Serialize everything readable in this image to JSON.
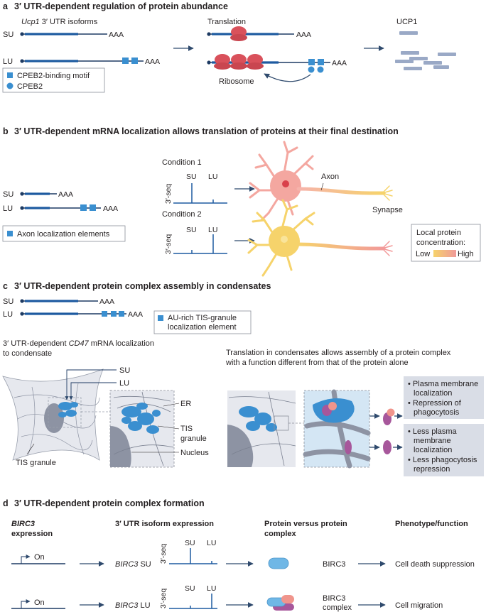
{
  "panel_a": {
    "letter": "a",
    "title": "3′ UTR-dependent regulation of protein abundance",
    "isoforms_label_gene": "Ucp1",
    "isoforms_label_rest": " 3′ UTR isoforms",
    "su": "SU",
    "lu": "LU",
    "aaa": "AAA",
    "translation": "Translation",
    "ribosome": "Ribosome",
    "ucp1": "UCP1",
    "legend_motif": "CPEB2-binding motif",
    "legend_protein": "CPEB2"
  },
  "panel_b": {
    "letter": "b",
    "title": "3′ UTR-dependent mRNA localization allows translation of proteins at their final destination",
    "su": "SU",
    "lu": "LU",
    "aaa": "AAA",
    "legend": "Axon localization elements",
    "condition1": "Condition 1",
    "condition2": "Condition 2",
    "seq": "3′-seq",
    "axon": "Axon",
    "synapse": "Synapse",
    "conc_title_1": "Local protein",
    "conc_title_2": "concentration:",
    "low": "Low",
    "high": "High"
  },
  "panel_c": {
    "letter": "c",
    "title": "3′ UTR-dependent protein complex assembly in condensates",
    "su": "SU",
    "lu": "LU",
    "aaa": "AAA",
    "legend_1": "AU-rich TIS-granule",
    "legend_2": "localization element",
    "left_caption_1_pre": "3′ UTR-dependent ",
    "left_caption_1_gene": "CD47",
    "left_caption_1_post": " mRNA localization",
    "left_caption_2": "to condensate",
    "right_caption_1": "Translation in condensates allows assembly of a protein complex",
    "right_caption_2": "with a function different from that of the protein alone",
    "tis_granule": "TIS granule",
    "er": "ER",
    "tis": "TIS",
    "granule": "granule",
    "nucleus": "Nucleus",
    "box1": [
      "Plasma membrane",
      "localization",
      "Repression of",
      "phagocytosis"
    ],
    "box2": [
      "Less plasma",
      "membrane",
      "localization",
      "Less phagocytosis",
      "repression"
    ]
  },
  "panel_d": {
    "letter": "d",
    "title": "3′ UTR-dependent protein complex formation",
    "col1_gene": "BIRC3",
    "col1_rest": "expression",
    "col2": "3′ UTR isoform expression",
    "col3_1": "Protein versus protein",
    "col3_2": "complex",
    "col4": "Phenotype/function",
    "on": "On",
    "gene": "BIRC3",
    "su": "SU",
    "lu": "LU",
    "seq": "3′-seq",
    "birc3": "BIRC3",
    "birc3_complex_1": "BIRC3",
    "birc3_complex_2": "complex",
    "pheno1": "Cell death suppression",
    "pheno2": "Cell migration"
  },
  "colors": {
    "mrna": "#1d3a63",
    "motif": "#3a8fd0",
    "ribosome": "#d9515b",
    "ucp1": "#9aa9c6",
    "neuron1": "#f4a7a0",
    "neuron2": "#f6d36b",
    "condensate": "#3a8fd0",
    "cell": "#e6e8ee",
    "box": "#d9dde6"
  }
}
